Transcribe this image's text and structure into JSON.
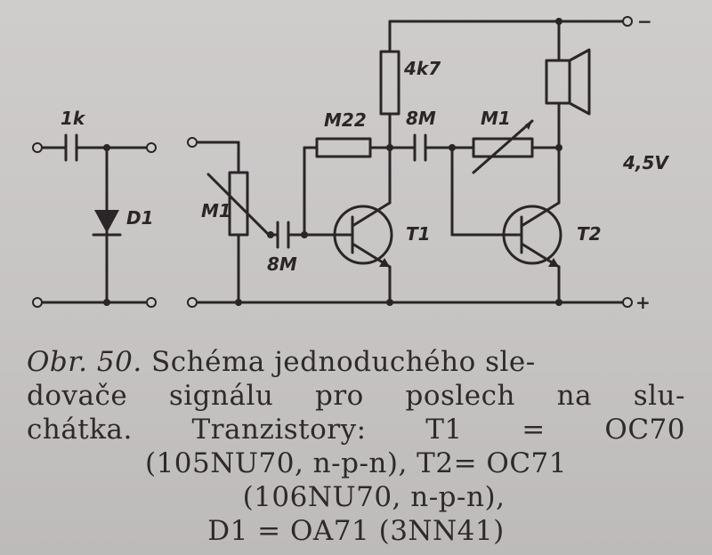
{
  "labels": {
    "c_in": "1k",
    "d1": "D1",
    "m1_left": "M1",
    "c_8m_bottom": "8M",
    "m22": "M22",
    "r4k7": "4k7",
    "c_8m_top": "8M",
    "m1_right": "M1",
    "t1": "T1",
    "t2": "T2",
    "voltage": "4,5V",
    "minus": "−",
    "plus": "+"
  },
  "caption": {
    "fig": "Obr. 50.",
    "line1_rest": "Schéma jednoduchého sle-",
    "line2": "dovače signálu pro poslech na slu-",
    "line3": "chátka. Tranzistory: T1 = OC70",
    "line4": "(105NU70, n-p-n), T2= OC71",
    "line5": "(106NU70, n-p-n),",
    "line6": "D1 = OA71 (3NN41)"
  }
}
